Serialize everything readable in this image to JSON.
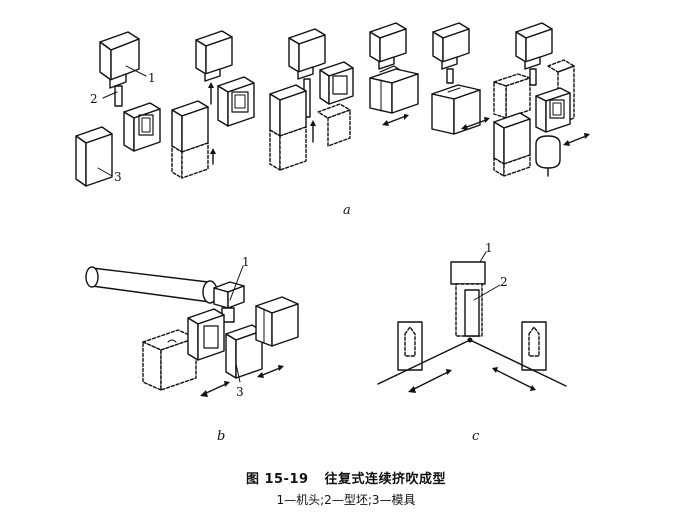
{
  "figure": {
    "caption_number": "图 15-19",
    "caption_title": "往复式连续挤吹成型",
    "legend_text": "1—机头;2—型坯;3—模具"
  },
  "panels": [
    {
      "id": "a",
      "label": "a",
      "callouts": [
        "1",
        "2",
        "3"
      ]
    },
    {
      "id": "b",
      "label": "b",
      "callouts": [
        "1",
        "3"
      ]
    },
    {
      "id": "c",
      "label": "c",
      "callouts": [
        "1",
        "2"
      ]
    }
  ]
}
